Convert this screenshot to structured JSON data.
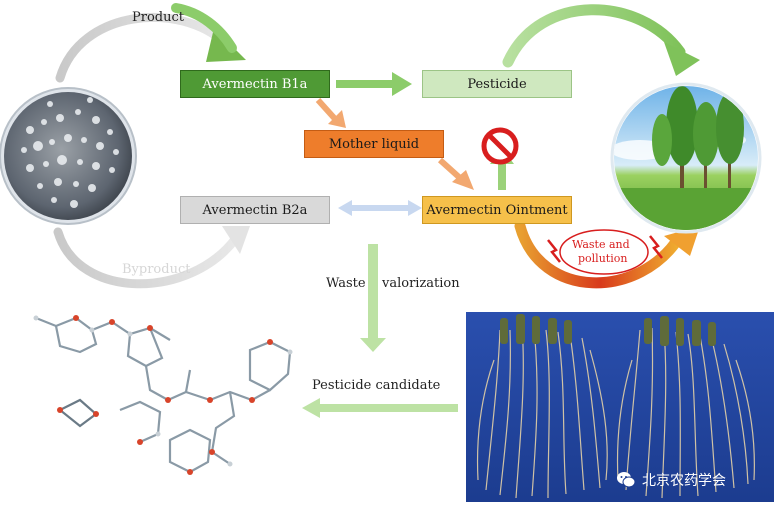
{
  "diagram": {
    "labels": {
      "product": "Product",
      "byproduct": "Byproduct",
      "waste_valorization_left": "Waste",
      "waste_valorization_right": "valorization",
      "pesticide_candidate": "Pesticide candidate",
      "waste_pollution_line1": "Waste and",
      "waste_pollution_line2": "pollution"
    },
    "boxes": {
      "avermectin_b1a": "Avermectin B1a",
      "pesticide": "Pesticide",
      "mother_liquid": "Mother liquid",
      "avermectin_b2a": "Avermectin B2a",
      "avermectin_ointment": "Avermectin Ointment"
    },
    "colors": {
      "b1a_fill": "#4f9a35",
      "pesticide_fill": "#cfe8bf",
      "mother_liquid_fill": "#ee7d2b",
      "b2a_fill": "#d9d9d9",
      "ointment_fill": "#f6c04a",
      "arrow_green": "#8ccc6a",
      "prohibit_red": "#d81e1e"
    },
    "icons": {
      "petri_dish": "petri-dish-icon",
      "prohibit": "prohibit-icon",
      "landscape": "tree-landscape-icon",
      "roots_photo": "roots-photo-icon",
      "molecule": "molecule-structure-icon"
    }
  },
  "watermark": {
    "text": "北京农药学会",
    "icon": "wechat-icon"
  }
}
